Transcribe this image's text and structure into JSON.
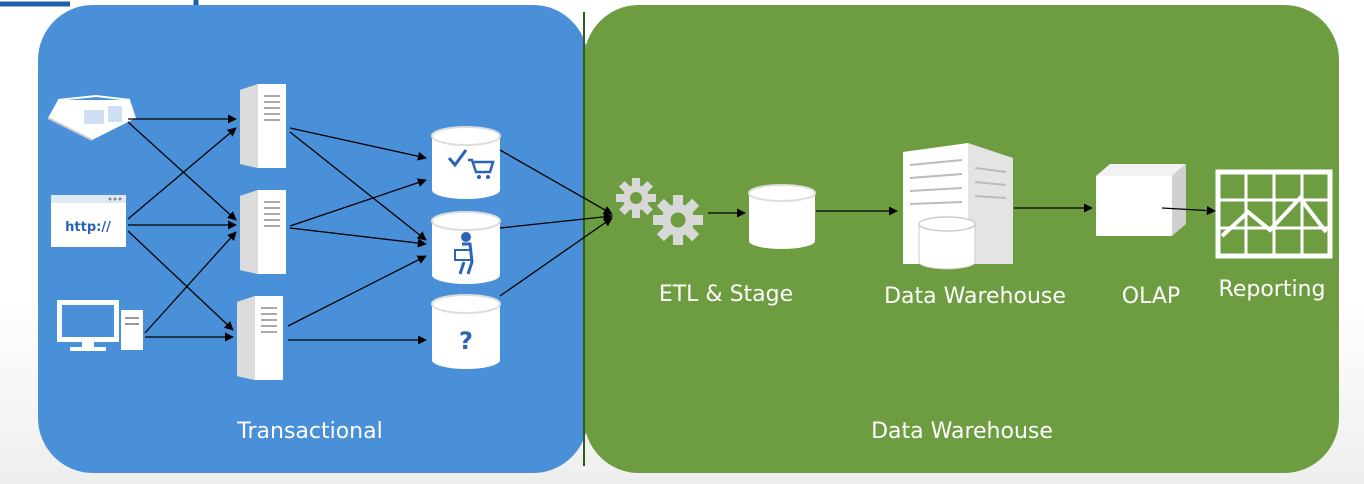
{
  "panels": {
    "transactional": {
      "label": "Transactional",
      "color": "#4a90d9"
    },
    "warehouse": {
      "label": "Data Warehouse",
      "color": "#6e9d41"
    }
  },
  "sources": {
    "web": {
      "text": "http://"
    }
  },
  "databases": {
    "unknown": {
      "text": "?"
    }
  },
  "pipeline": {
    "etl": "ETL & Stage",
    "dw": "Data Warehouse",
    "olap": "OLAP",
    "reporting": "Reporting"
  }
}
